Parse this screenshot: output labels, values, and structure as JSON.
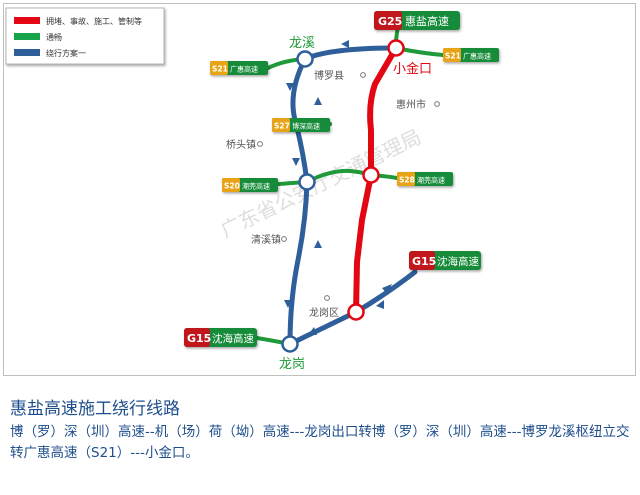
{
  "legend": [
    {
      "label": "拥堵、事故、施工、管制等",
      "color": "#e30613"
    },
    {
      "label": "通畅",
      "color": "#16a34a"
    },
    {
      "label": "绕行方案一",
      "color": "#2f5f9a"
    }
  ],
  "watermark": "广东省公安厅交通管理局",
  "nodes": {
    "longxi": "龙溪",
    "xiaojinkou": "小金口",
    "longgang": "龙岗"
  },
  "places": {
    "boluo": "博罗县",
    "huizhou": "惠州市",
    "qiaotou": "桥头镇",
    "qingxi": "清溪镇",
    "longgangqu": "龙岗区"
  },
  "highway_badges": [
    {
      "code": "G25",
      "name": "惠盐高速",
      "color": "#c0161c"
    },
    {
      "code": "S21",
      "name": "广惠高速",
      "color": "#e8a317",
      "side": "left"
    },
    {
      "code": "S21",
      "name": "广惠高速",
      "color": "#e8a317",
      "side": "right"
    },
    {
      "code": "S27",
      "name": "博深高速",
      "color": "#e8a317"
    },
    {
      "code": "S20",
      "name": "潮莞高速",
      "color": "#e8a317"
    },
    {
      "code": "S28",
      "name": "潮莞高速",
      "color": "#e8a317"
    },
    {
      "code": "G15",
      "name": "沈海高速",
      "color": "#c0161c",
      "side": "right"
    },
    {
      "code": "G15",
      "name": "沈海高速",
      "color": "#c0161c",
      "side": "left"
    }
  ],
  "caption": {
    "title": "惠盐高速施工绕行线路",
    "body": "博（罗）深（圳）高速--机（场）荷（坳）高速---龙岗出口转博（罗）深（圳）高速---博罗龙溪枢纽立交转广惠高速（S21）---小金口。"
  }
}
